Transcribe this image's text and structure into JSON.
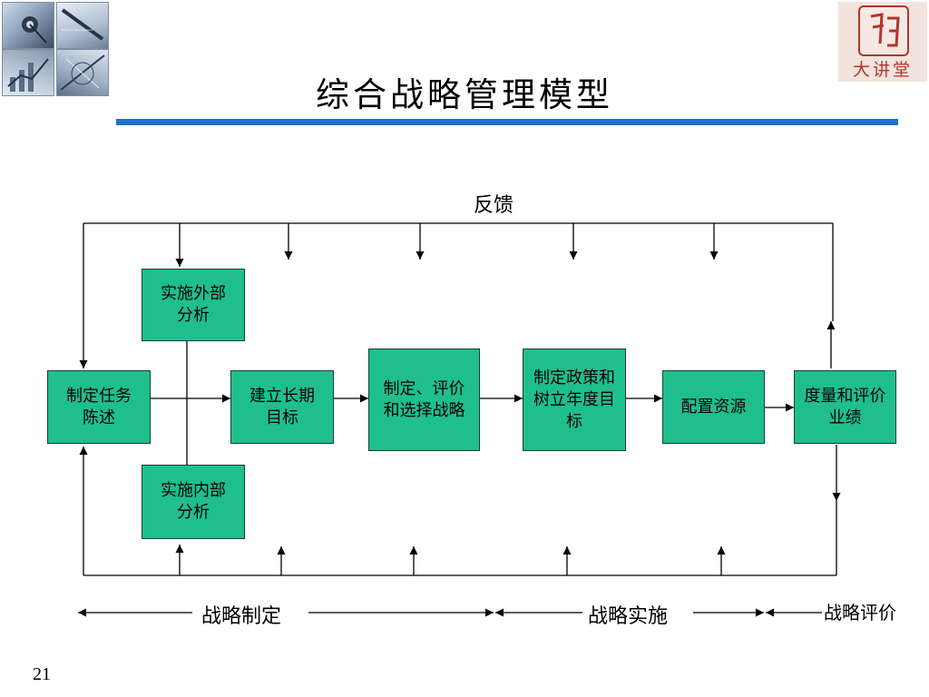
{
  "slide": {
    "title": "综合战略管理模型",
    "page_number": "21"
  },
  "logo": {
    "text": "大讲堂"
  },
  "diagram": {
    "feedback_label": "反馈",
    "boxes": {
      "mission": "制定任务陈述",
      "external": "实施外部分析",
      "internal": "实施内部分析",
      "long_term": "建立长期目标",
      "strategy": "制定、评价和选择战略",
      "policy": "制定政策和树立年度目标",
      "allocate": "配置资源",
      "measure": "度量和评价业绩"
    },
    "phases": {
      "formulation": "战略制定",
      "implementation": "战略实施",
      "evaluation": "战略评价"
    }
  },
  "colors": {
    "box_fill": "#1fbf8d",
    "title_rule": "#1c72cc"
  }
}
